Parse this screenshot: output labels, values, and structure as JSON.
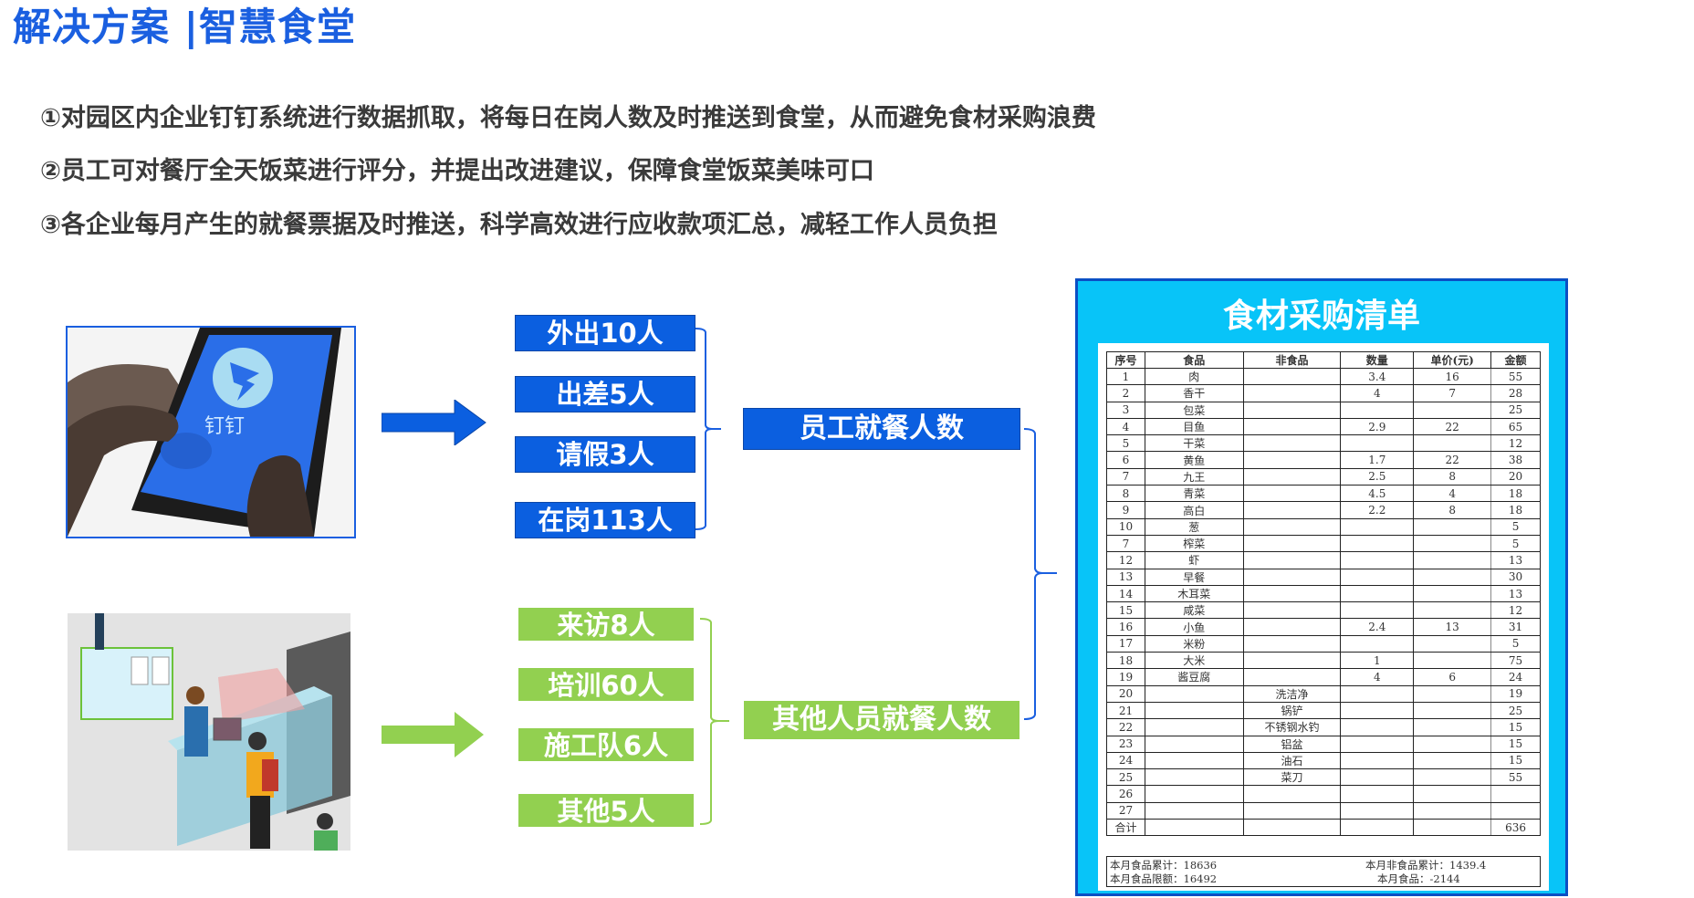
{
  "title": "解决方案 |智慧食堂",
  "bullets": [
    "①对园区内企业钉钉系统进行数据抓取，将每日在岗人数及时推送到食堂，从而避免食材采购浪费",
    "②员工可对餐厅全天饭菜进行评分，并提出改进建议，保障食堂饭菜美味可口",
    "③各企业每月产生的就餐票据及时推送，科学高效进行应收款项汇总，减轻工作人员负担"
  ],
  "colors": {
    "title": "#1a5fe0",
    "blue_box": "#0b5fe0",
    "green_box": "#92d050",
    "panel": "#08c4f8",
    "panel_border": "#0b4fc4"
  },
  "employee_flow": {
    "image_label": "钉钉",
    "items": [
      "外出10人",
      "出差5人",
      "请假3人",
      "在岗113人"
    ],
    "summary": "员工就餐人数"
  },
  "other_flow": {
    "items": [
      "来访8人",
      "培训60人",
      "施工队6人",
      "其他5人"
    ],
    "summary": "其他人员就餐人数"
  },
  "purchase_list": {
    "title": "食材采购清单",
    "headers": [
      "序号",
      "食品",
      "非食品",
      "数量",
      "单价(元)",
      "金额"
    ],
    "rows": [
      [
        "1",
        "肉",
        "",
        "3.4",
        "16",
        "55"
      ],
      [
        "2",
        "香干",
        "",
        "4",
        "7",
        "28"
      ],
      [
        "3",
        "包菜",
        "",
        "",
        "",
        "25"
      ],
      [
        "4",
        "目鱼",
        "",
        "2.9",
        "22",
        "65"
      ],
      [
        "5",
        "干菜",
        "",
        "",
        "",
        "12"
      ],
      [
        "6",
        "黄鱼",
        "",
        "1.7",
        "22",
        "38"
      ],
      [
        "7",
        "九王",
        "",
        "2.5",
        "8",
        "20"
      ],
      [
        "8",
        "青菜",
        "",
        "4.5",
        "4",
        "18"
      ],
      [
        "9",
        "高白",
        "",
        "2.2",
        "8",
        "18"
      ],
      [
        "10",
        "葱",
        "",
        "",
        "",
        "5"
      ],
      [
        "7",
        "榨菜",
        "",
        "",
        "",
        "5"
      ],
      [
        "12",
        "虾",
        "",
        "",
        "",
        "13"
      ],
      [
        "13",
        "早餐",
        "",
        "",
        "",
        "30"
      ],
      [
        "14",
        "木耳菜",
        "",
        "",
        "",
        "13"
      ],
      [
        "15",
        "咸菜",
        "",
        "",
        "",
        "12"
      ],
      [
        "16",
        "小鱼",
        "",
        "2.4",
        "13",
        "31"
      ],
      [
        "17",
        "米粉",
        "",
        "",
        "",
        "5"
      ],
      [
        "18",
        "大米",
        "",
        "1",
        "",
        "75"
      ],
      [
        "19",
        "酱豆腐",
        "",
        "4",
        "6",
        "24"
      ],
      [
        "20",
        "",
        "洗洁净",
        "",
        "",
        "19"
      ],
      [
        "21",
        "",
        "锅铲",
        "",
        "",
        "25"
      ],
      [
        "22",
        "",
        "不锈钢水钓",
        "",
        "",
        "15"
      ],
      [
        "23",
        "",
        "铝盆",
        "",
        "",
        "15"
      ],
      [
        "24",
        "",
        "油石",
        "",
        "",
        "15"
      ],
      [
        "25",
        "",
        "菜刀",
        "",
        "",
        "55"
      ],
      [
        "26",
        "",
        "",
        "",
        "",
        ""
      ],
      [
        "27",
        "",
        "",
        "",
        "",
        ""
      ],
      [
        "合计",
        "",
        "",
        "",
        "",
        "636"
      ]
    ],
    "footer": {
      "food_total": "本月食品累计：18636",
      "nonfood_total": "本月非食品累计：1439.4",
      "food_limit": "本月食品限额：16492",
      "food_balance": "本月食品：-2144"
    }
  }
}
